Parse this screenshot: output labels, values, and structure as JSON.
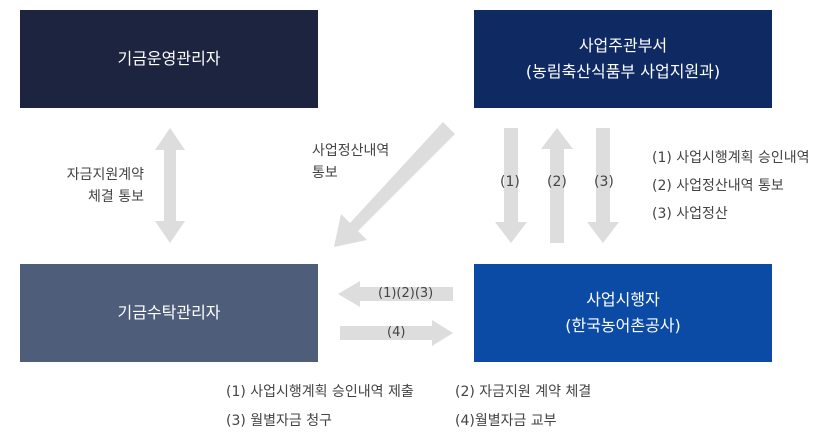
{
  "boxes": {
    "fund_operator": {
      "title": "기금운영관리자",
      "color": "#1c2440"
    },
    "supervisor": {
      "title": "사업주관부서",
      "subtitle": "(농림축산식품부 사업지원과)",
      "color": "#0f2a63"
    },
    "fund_trustee": {
      "title": "기금수탁관리자",
      "color": "#4e5d7a"
    },
    "implementer": {
      "title": "사업시행자",
      "subtitle": "(한국농어촌공사)",
      "color": "#0b4aa5"
    }
  },
  "labels": {
    "left_vertical": [
      "자금지원계약",
      "체결 통보"
    ],
    "diagonal": [
      "사업정산내역",
      "통보"
    ],
    "down1": "(1)",
    "up2": "(2)",
    "down3": "(3)",
    "left_arrow": "(1)(2)(3)",
    "right_arrow": "(4)"
  },
  "right_legend": [
    "(1) 사업시행계획 승인내역",
    "(2) 사업정산내역 통보",
    "(3) 사업정산"
  ],
  "bottom_legend": [
    "(1) 사업시행계획 승인내역 제출",
    "(2) 자금지원 계약 체결",
    "(3) 월별자금 청구",
    "(4)월별자금 교부"
  ],
  "colors": {
    "arrow": "#dddddd"
  }
}
